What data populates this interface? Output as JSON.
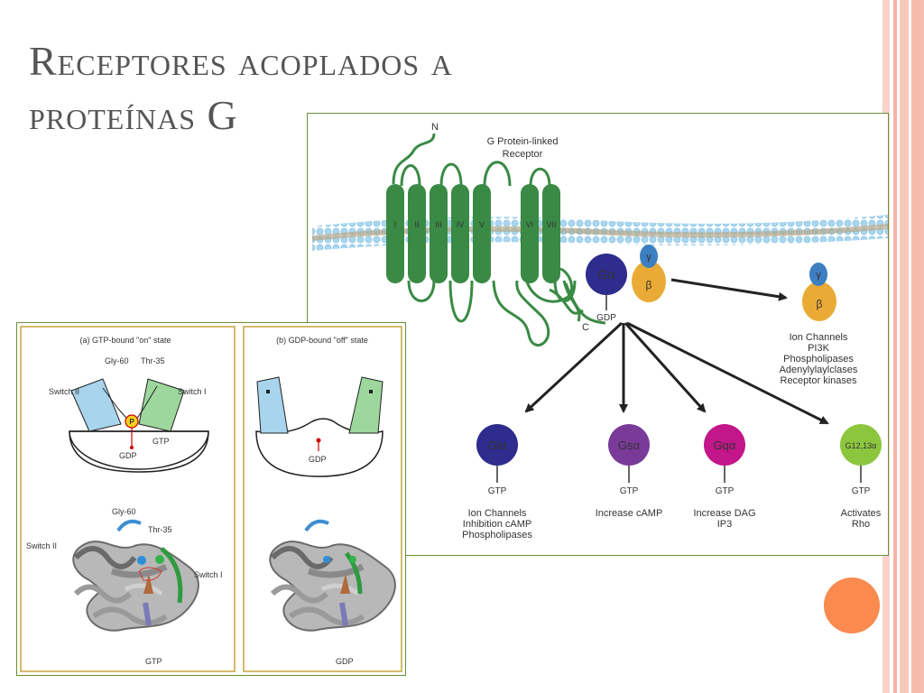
{
  "slide": {
    "title_line1": "Receptores acoplados a",
    "title_line2": "proteínas G"
  },
  "receptor_diagram": {
    "n_terminus": "N",
    "c_terminus": "C",
    "receptor_label_line1": "G Protein-linked",
    "receptor_label_line2": "Receptor",
    "helices": [
      "I",
      "II",
      "III",
      "IV",
      "V",
      "VI",
      "VII"
    ],
    "g_alpha": "Gα",
    "gdp": "GDP",
    "gamma": "γ",
    "beta": "β",
    "beta_gamma_effectors": [
      "Ion Channels",
      "PI3K",
      "Phospholipases",
      "Adenylylaylclases",
      "Receptor kinases"
    ],
    "alpha_subunits": [
      {
        "name": "Giα",
        "nucleotide": "GTP",
        "effects": [
          "Ion Channels",
          "Inhibition cAMP",
          "Phospholipases"
        ],
        "color": "#2e2c8c"
      },
      {
        "name": "Gsα",
        "nucleotide": "GTP",
        "effects": [
          "Increase cAMP"
        ],
        "color": "#7a3a9a"
      },
      {
        "name": "Gqα",
        "nucleotide": "GTP",
        "effects": [
          "Increase DAG",
          "IP3"
        ],
        "color": "#c2168a"
      },
      {
        "name": "G12,13α",
        "nucleotide": "GTP",
        "effects": [
          "Activates",
          "Rho"
        ],
        "color": "#8cc63f"
      }
    ]
  },
  "switch_diagram": {
    "state_on": "(a) GTP-bound \"on\" state",
    "state_off": "(b) GDP-bound \"off\" state",
    "gly60": "Gly-60",
    "thr35": "Thr-35",
    "switch2": "Switch II",
    "switch1": "Switch I",
    "phosphate": "P",
    "gtp": "GTP",
    "gdp": "GDP"
  },
  "colors": {
    "stripe_pink": "#f6c3b8",
    "accent_orange": "#fa8a4e",
    "receptor_green": "#3a8a45",
    "panel_border": "#c8a43c"
  }
}
